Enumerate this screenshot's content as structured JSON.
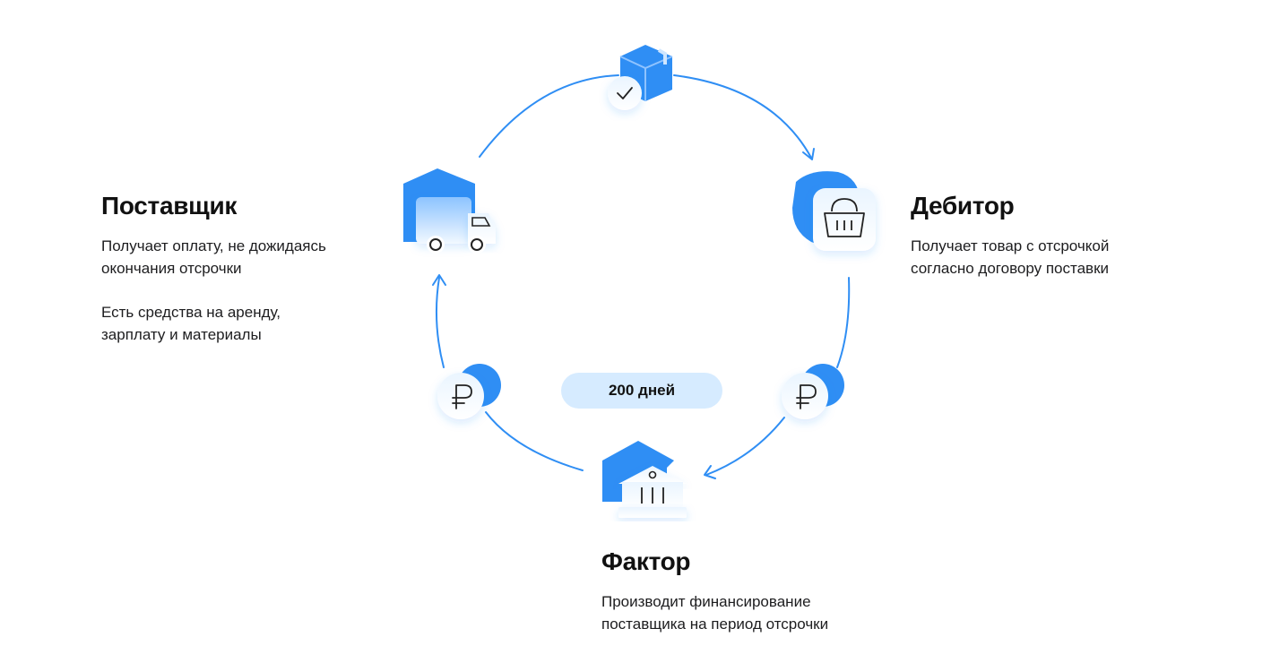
{
  "supplier": {
    "title": "Поставщик",
    "desc1": "Получает оплату, не дожидаясь\nокончания отсрочки",
    "desc2": "Есть средства на аренду,\nзарплату и материалы"
  },
  "debtor": {
    "title": "Дебитор",
    "desc1": "Получает товар с отсрочкой\nсогласно договору поставки"
  },
  "factor": {
    "title": "Фактор",
    "desc1": "Производит финансирование\nпоставщика на период отсрочки"
  },
  "period": {
    "label": "200 дней"
  },
  "icons": {
    "top": "box-check-icon",
    "supplier": "truck-icon",
    "debtor": "basket-icon",
    "factor": "bank-icon",
    "payment_left": "ruble-icon",
    "payment_right": "ruble-icon"
  },
  "colors": {
    "accent": "#2f8ef4",
    "accent_light": "#d6ebff",
    "line": "#2f8ef4",
    "text": "#111111"
  }
}
